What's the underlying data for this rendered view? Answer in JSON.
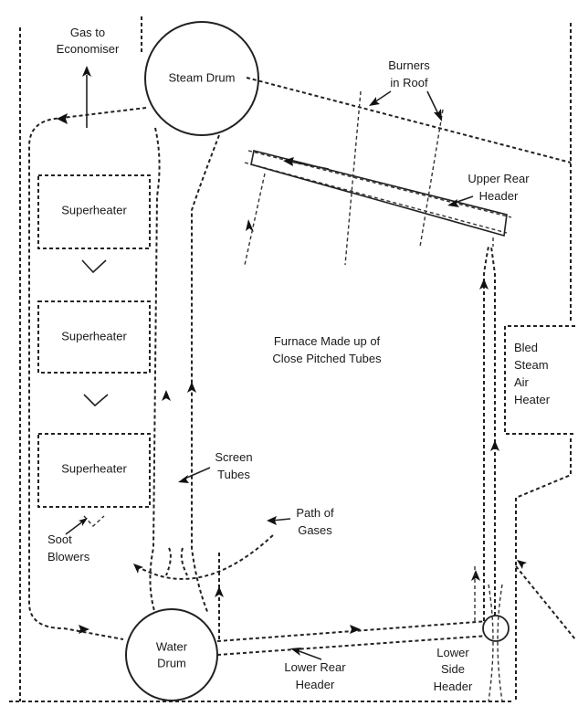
{
  "labels": {
    "gas_to_economiser_1": "Gas to",
    "gas_to_economiser_2": "Economiser",
    "steam_drum": "Steam Drum",
    "burners_1": "Burners",
    "burners_2": "in Roof",
    "upper_rear_header_1": "Upper Rear",
    "upper_rear_header_2": "Header",
    "superheater_1": "Superheater",
    "superheater_2": "Superheater",
    "superheater_3": "Superheater",
    "furnace_1": "Furnace Made up of",
    "furnace_2": "Close Pitched Tubes",
    "bled_1": "Bled",
    "bled_2": "Steam",
    "bled_3": "Air",
    "bled_4": "Heater",
    "screen_tubes_1": "Screen",
    "screen_tubes_2": "Tubes",
    "path_of_gases_1": "Path of",
    "path_of_gases_2": "Gases",
    "soot_blowers_1": "Soot",
    "soot_blowers_2": "Blowers",
    "water_drum_1": "Water",
    "water_drum_2": "Drum",
    "lower_rear_header_1": "Lower Rear",
    "lower_rear_header_2": "Header",
    "lower_side_header_1": "Lower",
    "lower_side_header_2": "Side",
    "lower_side_header_3": "Header"
  }
}
